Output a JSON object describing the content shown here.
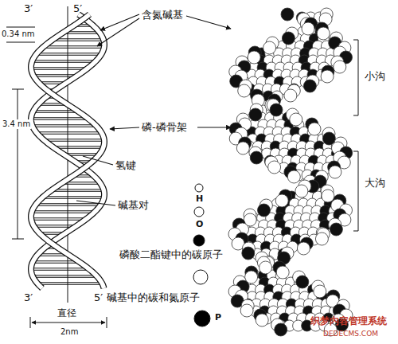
{
  "diagram": {
    "labels": [
      "3′",
      "5′",
      "0.34 nm",
      "含氮碱基",
      "小沟",
      "磷-磷骨架",
      "氢键",
      "3.4 nm",
      "大沟",
      "碱基对",
      "3′",
      "5′",
      "直径",
      "2nm",
      "织梦内容管理系统",
      "DEDECMS.COM"
    ],
    "legend": [
      {
        "text": "H",
        "color": "#ffffff"
      },
      {
        "text": "O",
        "color": "#ffffff"
      },
      {
        "text": "磷酸二酯键中的碳原子",
        "color": "#000000"
      },
      {
        "text": "碱基中的碳和氮原子",
        "color": "#ffffff"
      },
      {
        "text": "P",
        "color": "#000000"
      }
    ]
  }
}
